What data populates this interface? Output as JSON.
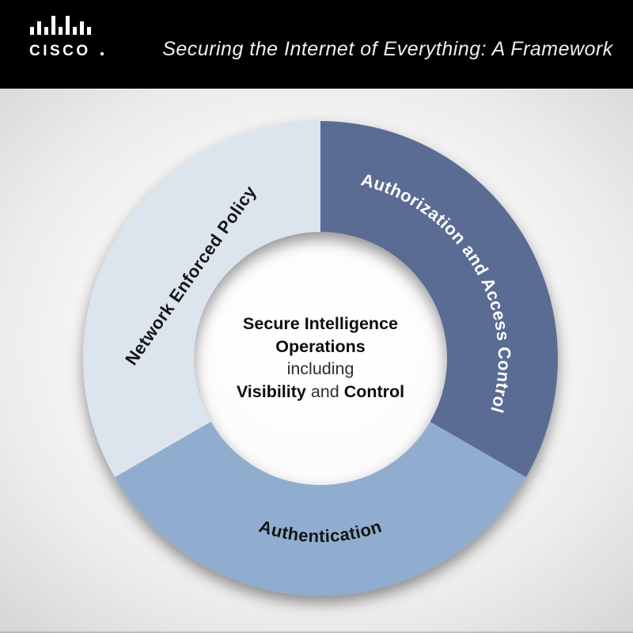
{
  "header": {
    "brand": "CISCO",
    "title": "Securing the Internet of Everything: A Framework"
  },
  "diagram": {
    "type": "donut-framework",
    "center": {
      "line1": "Secure Intelligence",
      "line2": "Operations",
      "line3": "including",
      "line4_bold1": "Visibility",
      "line4_mid": " and ",
      "line4_bold2": "Control"
    },
    "segments": [
      {
        "label": "Authorization and Access Control",
        "color": "#5a6c94",
        "text_color": "#ffffff",
        "start_angle_deg": 0,
        "end_angle_deg": 120
      },
      {
        "label": "Authentication",
        "color": "#90adcf",
        "text_color": "#141414",
        "start_angle_deg": 120,
        "end_angle_deg": 240
      },
      {
        "label": "Network Enforced Policy",
        "color": "#dce4ee",
        "text_color": "#141414",
        "start_angle_deg": 240,
        "end_angle_deg": 360
      }
    ]
  }
}
